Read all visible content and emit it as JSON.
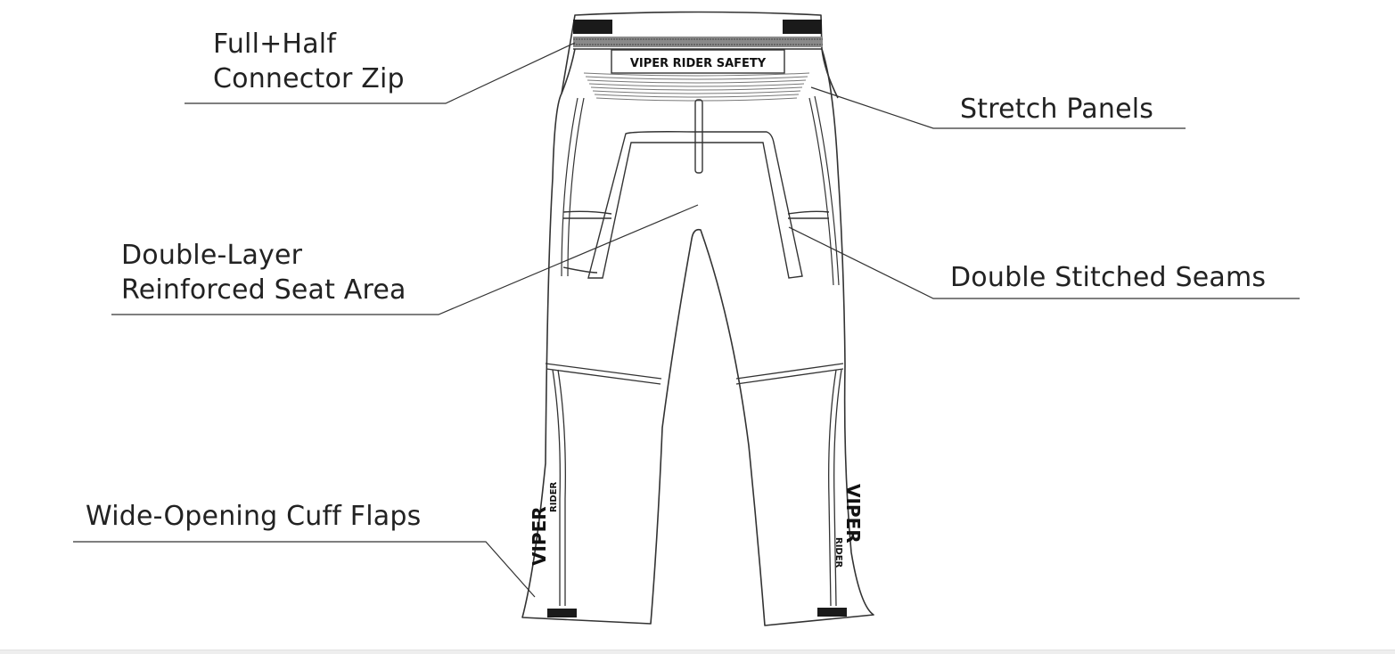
{
  "labels": {
    "zip": [
      "Full+Half",
      "Connector Zip"
    ],
    "stretch": [
      "Stretch Panels"
    ],
    "seat": [
      "Double-Layer",
      "Reinforced Seat Area"
    ],
    "seams": [
      "Double Stitched Seams"
    ],
    "cuff": [
      "Wide-Opening Cuff Flaps"
    ]
  },
  "waistband_text": "VIPER RIDER SAFETY",
  "leg_logo": {
    "brand": "VIPER",
    "sub": "RIDER"
  },
  "colors": {
    "ink": "#222222",
    "line": "#333333",
    "strap": "#1a1a1a"
  }
}
